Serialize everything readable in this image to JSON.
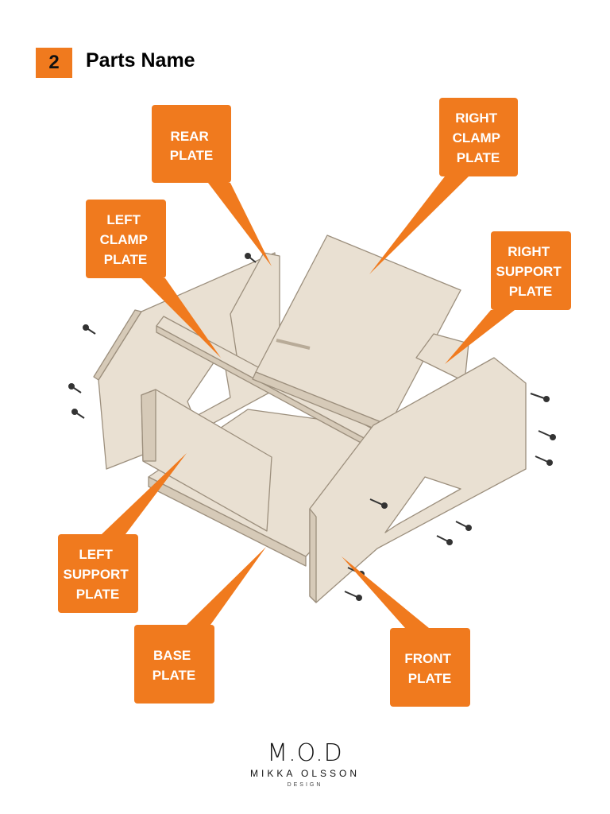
{
  "header": {
    "step_number": "2",
    "title": "Parts Name"
  },
  "callouts": [
    {
      "id": "rear-plate",
      "lines": [
        "REAR",
        "PLATE"
      ]
    },
    {
      "id": "right-clamp-plate",
      "lines": [
        "RIGHT",
        "CLAMP",
        "PLATE"
      ]
    },
    {
      "id": "left-clamp-plate",
      "lines": [
        "LEFT",
        "CLAMP",
        "PLATE"
      ]
    },
    {
      "id": "right-support-plate",
      "lines": [
        "RIGHT",
        "SUPPORT",
        "PLATE"
      ]
    },
    {
      "id": "left-support-plate",
      "lines": [
        "LEFT",
        "SUPPORT",
        "PLATE"
      ]
    },
    {
      "id": "base-plate",
      "lines": [
        "BASE",
        "PLATE"
      ]
    },
    {
      "id": "front-plate",
      "lines": [
        "FRONT",
        "PLATE"
      ]
    }
  ],
  "brand": {
    "mark": "M.O.D",
    "name": "MIKKA OLSSON",
    "subtitle": "DESIGN"
  },
  "colors": {
    "accent": "#f07a1e",
    "wood": "#e9e0d2",
    "wood_shade": "#d6cab8",
    "edge": "#9c8f7d"
  }
}
